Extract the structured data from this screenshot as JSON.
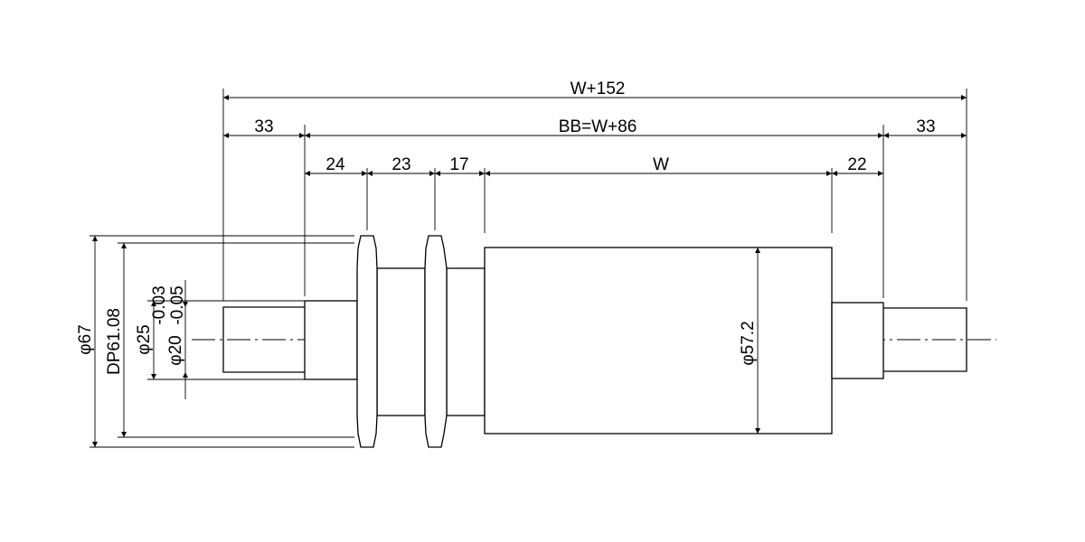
{
  "drawing": {
    "dimensions": {
      "overall_width": "W+152",
      "left_end": "33",
      "bearing_base": "BB=W+86",
      "right_end": "33",
      "hub_width": "24",
      "sprocket_gap": "23",
      "spacer_width": "17",
      "roller_width": "W",
      "right_shoulder": "22"
    },
    "diameters": {
      "sprocket_outer": "φ67",
      "pitch_diameter": "DP61.08",
      "hub": "φ25",
      "shaft_tolerance": "-0.03\n-0.05",
      "shaft_tolerance_upper": "-0.03",
      "shaft_tolerance_lower": "-0.05",
      "shaft": "φ20",
      "roller": "φ57.2"
    }
  }
}
